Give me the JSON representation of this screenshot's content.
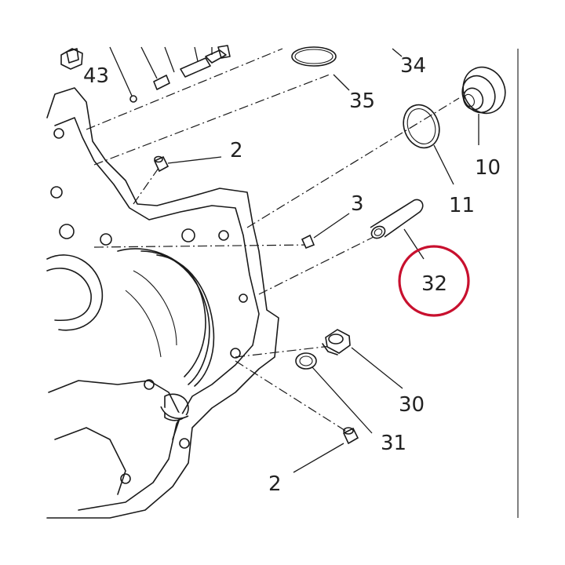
{
  "diagram": {
    "accent_color": "#c8102e",
    "highlighted_part": "32",
    "callouts": [
      {
        "id": "c43",
        "label": "43"
      },
      {
        "id": "c34",
        "label": "34"
      },
      {
        "id": "c35",
        "label": "35"
      },
      {
        "id": "c2a",
        "label": "2"
      },
      {
        "id": "c10",
        "label": "10"
      },
      {
        "id": "c11",
        "label": "11"
      },
      {
        "id": "c3",
        "label": "3"
      },
      {
        "id": "c32",
        "label": "32"
      },
      {
        "id": "c30",
        "label": "30"
      },
      {
        "id": "c31",
        "label": "31"
      },
      {
        "id": "c2b",
        "label": "2"
      }
    ]
  }
}
